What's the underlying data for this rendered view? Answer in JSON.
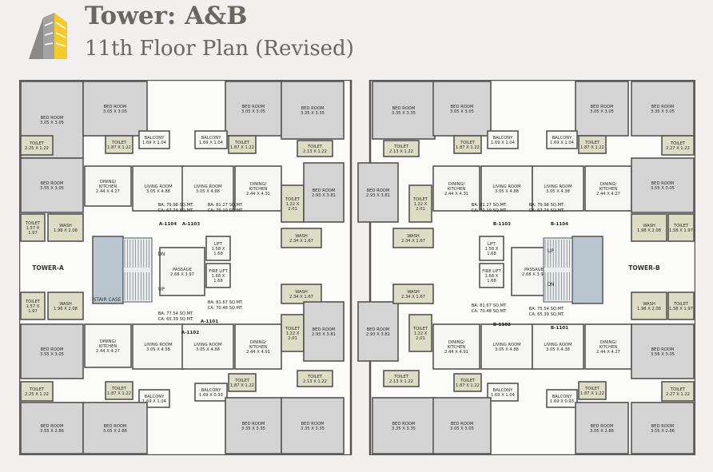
{
  "header": {
    "title": "Tower: A&B",
    "subtitle": "11th  Floor Plan (Revised)"
  },
  "labels": {
    "tower_a": "TOWER-A",
    "tower_b": "TOWER-B",
    "staircase": "STAIR CASE",
    "dn": "DN",
    "up": "UP"
  },
  "colors": {
    "page_bg": "#f1f0ee",
    "room_grey": "#d4d4d4",
    "toilet_khaki": "#ddddc5",
    "floor_light": "#f6f6f4",
    "stair_blue": "#b9c6d0",
    "wall": "#545454",
    "header_text": "#6a6763",
    "logo_yellow": "#f4cb2d",
    "logo_grey": "#8a8a8a"
  },
  "rooms": [
    {
      "name": "BED ROOM",
      "dim": "3.05 X 3.05"
    },
    {
      "name": "BED ROOM",
      "dim": "3.05 X 3.05"
    },
    {
      "name": "TOILET",
      "dim": "2.25 X 1.22"
    },
    {
      "name": "TOILET",
      "dim": "1.87 X 1.22"
    },
    {
      "name": "BALCONY",
      "dim": "1.69 X 1.04"
    },
    {
      "name": "DINING/ KITCHEN",
      "dim": "2.44 X 4.27"
    },
    {
      "name": "LIVING ROOM",
      "dim": "3.05 X 4.88"
    },
    {
      "name": "BED ROOM",
      "dim": "3.55 X 3.05"
    },
    {
      "name": "TOILET",
      "dim": "1.57 X 1.97"
    },
    {
      "name": "WASH",
      "dim": "1.98 X 2.08"
    },
    {
      "name": "BED ROOM",
      "dim": "3.05 X 3.05"
    },
    {
      "name": "BALCONY",
      "dim": "1.69 X 1.04"
    },
    {
      "name": "TOILET",
      "dim": "1.87 X 1.22"
    },
    {
      "name": "LIVING ROOM",
      "dim": "3.05 X 4.88"
    },
    {
      "name": "DINING/ KITCHEN",
      "dim": "2.44 X 4.31"
    },
    {
      "name": "BED ROOM",
      "dim": "3.35 X 3.35"
    },
    {
      "name": "TOILET",
      "dim": "2.13 X 1.22"
    },
    {
      "name": "TOILET",
      "dim": "1.22 X 2.01"
    },
    {
      "name": "BED ROOM",
      "dim": "2.93 X 3.81"
    },
    {
      "name": "WASH",
      "dim": "2.34 X 1.67"
    },
    {
      "name": "LIFT",
      "dim": "1.58 X 1.68"
    },
    {
      "name": "FIRE LIFT",
      "dim": "1.68 X 1.68"
    },
    {
      "name": "PASSAGE",
      "dim": "2.68 X 3.97"
    },
    {
      "name": "BED ROOM",
      "dim": "3.35 X 3.35"
    },
    {
      "name": "BED ROOM",
      "dim": "3.05 X 3.05"
    },
    {
      "name": "TOILET",
      "dim": "2.13 X 1.22"
    },
    {
      "name": "TOILET",
      "dim": "1.87 X 1.22"
    },
    {
      "name": "BALCONY",
      "dim": "1.69 X 1.04"
    },
    {
      "name": "BED ROOM",
      "dim": "2.93 X 3.81"
    },
    {
      "name": "TOILET",
      "dim": "1.22 X 2.01"
    },
    {
      "name": "DINING/ KITCHEN",
      "dim": "2.44 X 4.31"
    },
    {
      "name": "LIVING ROOM",
      "dim": "3.05 X 4.88"
    },
    {
      "name": "WASH",
      "dim": "2.34 X 1.67"
    },
    {
      "name": "LIFT",
      "dim": "1.58 X 1.68"
    },
    {
      "name": "FIRE LIFT",
      "dim": "1.68 X 1.68"
    },
    {
      "name": "PASSAGE",
      "dim": "2.68 X 3.97"
    },
    {
      "name": "BED ROOM",
      "dim": "3.05 X 3.05"
    },
    {
      "name": "BED ROOM",
      "dim": "3.35 X 3.05"
    },
    {
      "name": "BALCONY",
      "dim": "1.69 X 1.04"
    },
    {
      "name": "TOILET",
      "dim": "1.87 X 1.22"
    },
    {
      "name": "TOILET",
      "dim": "2.27 X 1.22"
    },
    {
      "name": "LIVING ROOM",
      "dim": "3.05 X 4.38"
    },
    {
      "name": "DINING/ KITCHEN",
      "dim": "2.44 X 4.27"
    },
    {
      "name": "BED ROOM",
      "dim": "3.55 X 3.05"
    },
    {
      "name": "WASH",
      "dim": "1.98 X 2.08"
    },
    {
      "name": "TOILET",
      "dim": "1.58 X 1.97"
    },
    {
      "name": "TOILET",
      "dim": "1.57 X 1.97"
    },
    {
      "name": "WASH",
      "dim": "1.98 X 2.08"
    },
    {
      "name": "BED ROOM",
      "dim": "3.55 X 3.05"
    },
    {
      "name": "DINING/ KITCHEN",
      "dim": "2.44 X 4.27"
    },
    {
      "name": "LIVING ROOM",
      "dim": "3.05 X 4.58"
    },
    {
      "name": "TOILET",
      "dim": "2.25 X 1.22"
    },
    {
      "name": "TOILET",
      "dim": "1.87 X 1.22"
    },
    {
      "name": "BALCONY",
      "dim": "1.69 X 1.04"
    },
    {
      "name": "BED ROOM",
      "dim": "3.55 X 2.86"
    },
    {
      "name": "BED ROOM",
      "dim": "3.05 X 2.86"
    },
    {
      "name": "LIVING ROOM",
      "dim": "3.05 X 4.88"
    },
    {
      "name": "DINING/ KITCHEN",
      "dim": "2.44 X 4.91"
    },
    {
      "name": "BALCONY",
      "dim": "1.69 X 0.93"
    },
    {
      "name": "TOILET",
      "dim": "1.87 X 1.22"
    },
    {
      "name": "BED ROOM",
      "dim": "3.35 X 3.35"
    },
    {
      "name": "WASH",
      "dim": "2.34 X 1.67"
    },
    {
      "name": "TOILET",
      "dim": "1.22 X 2.01"
    },
    {
      "name": "BED ROOM",
      "dim": "2.93 X 3.81"
    },
    {
      "name": "TOILET",
      "dim": "2.13 X 1.22"
    },
    {
      "name": "BED ROOM",
      "dim": "3.35 X 3.35"
    },
    {
      "name": "BED ROOM",
      "dim": "2.93 X 3.81"
    },
    {
      "name": "TOILET",
      "dim": "1.22 X 2.01"
    },
    {
      "name": "WASH",
      "dim": "2.34 X 1.67"
    },
    {
      "name": "TOILET",
      "dim": "2.13 X 1.22"
    },
    {
      "name": "BED ROOM",
      "dim": "3.35 X 3.35"
    },
    {
      "name": "DINING/ KITCHEN",
      "dim": "2.44 X 4.91"
    },
    {
      "name": "LIVING ROOM",
      "dim": "3.05 X 4.88"
    },
    {
      "name": "TOILET",
      "dim": "1.87 X 1.22"
    },
    {
      "name": "BALCONY",
      "dim": "1.69 X 1.04"
    },
    {
      "name": "BED ROOM",
      "dim": "3.05 X 3.05"
    },
    {
      "name": "LIVING ROOM",
      "dim": "3.05 X 4.38"
    },
    {
      "name": "DINING/ KITCHEN",
      "dim": "2.44 X 4.27"
    },
    {
      "name": "BALCONY",
      "dim": "1.69 X 0.93"
    },
    {
      "name": "TOILET",
      "dim": "1.87 X 1.22"
    },
    {
      "name": "WASH",
      "dim": "1.98 X 2.08"
    },
    {
      "name": "TOILET",
      "dim": "1.58 X 1.97"
    },
    {
      "name": "BED ROOM",
      "dim": "3.56 X 3.05"
    },
    {
      "name": "TOILET",
      "dim": "2.27 X 1.22"
    },
    {
      "name": "BED ROOM",
      "dim": "3.05 X 2.86"
    },
    {
      "name": "BED ROOM",
      "dim": "3.55 X 2.86"
    }
  ],
  "units": [
    {
      "id": "A-1103",
      "area": [
        "BA: 79.98 SQ.MT.",
        "CA: 67.74 SQ.MT."
      ]
    },
    {
      "id": "A-1104",
      "area": [
        "BA: 81.27 SQ.MT.",
        "CA: 70.10 SQ.MT."
      ]
    },
    {
      "id": "B-1103",
      "area": [
        "BA: 81.27 SQ.MT.",
        "CA: 70.10 SQ.MT."
      ]
    },
    {
      "id": "B-1104",
      "area": [
        "BA: 79.98 SQ.MT.",
        "CA: 67.74 SQ.MT."
      ]
    },
    {
      "id": "A-1102",
      "area": [
        "BA: 77.54 SQ.MT.",
        "CA: 65.39 SQ.MT."
      ]
    },
    {
      "id": "A-1101",
      "area": [
        "BA: 81.67 SQ.MT.",
        "CA: 70.48 SQ.MT."
      ]
    },
    {
      "id": "B-1102",
      "area": [
        "BA: 81.67 SQ.MT.",
        "CA: 70.48 SQ.MT."
      ]
    },
    {
      "id": "B-1101",
      "area": [
        "BA: 75.54 SQ.MT.",
        "CA: 65.39 SQ.MT."
      ]
    }
  ]
}
